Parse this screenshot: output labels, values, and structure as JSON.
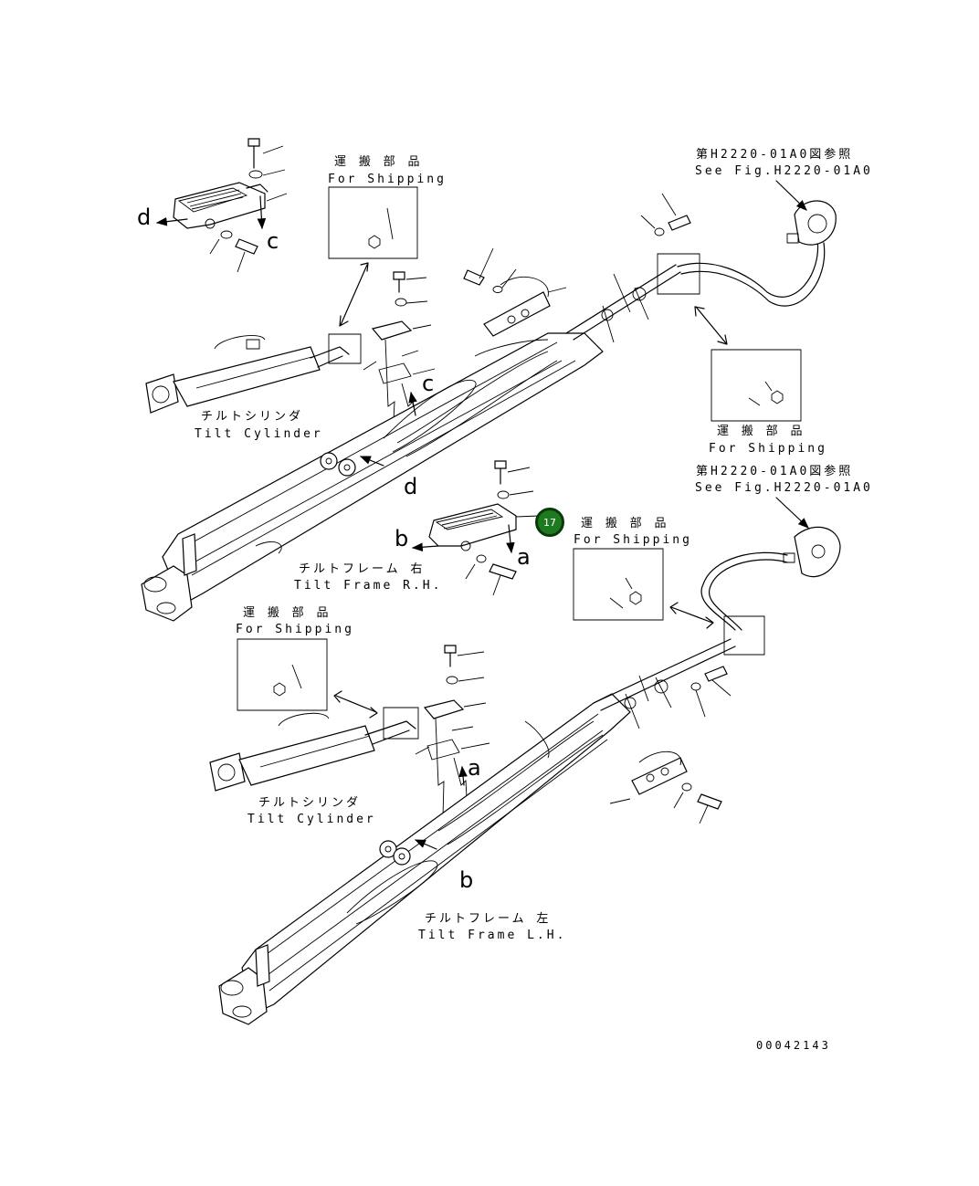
{
  "labels": {
    "ship_jp": "運 搬 部 品",
    "ship_en": "For Shipping",
    "ref_jp": "第H2220-01A0図参照",
    "ref_en": "See Fig.H2220-01A0",
    "tilt_cyl_jp": "チルトシリンダ",
    "tilt_cyl_en": "Tilt Cylinder",
    "frame_rh_jp": "チルトフレーム 右",
    "frame_rh_en": "Tilt Frame R.H.",
    "frame_lh_jp": "チルトフレーム 左",
    "frame_lh_en": "Tilt Frame L.H.",
    "drawing_no": "00042143"
  },
  "letters": {
    "a": "a",
    "b": "b",
    "c": "c",
    "d": "d"
  },
  "callout": {
    "number": "17",
    "color": "#1e7a1e"
  }
}
